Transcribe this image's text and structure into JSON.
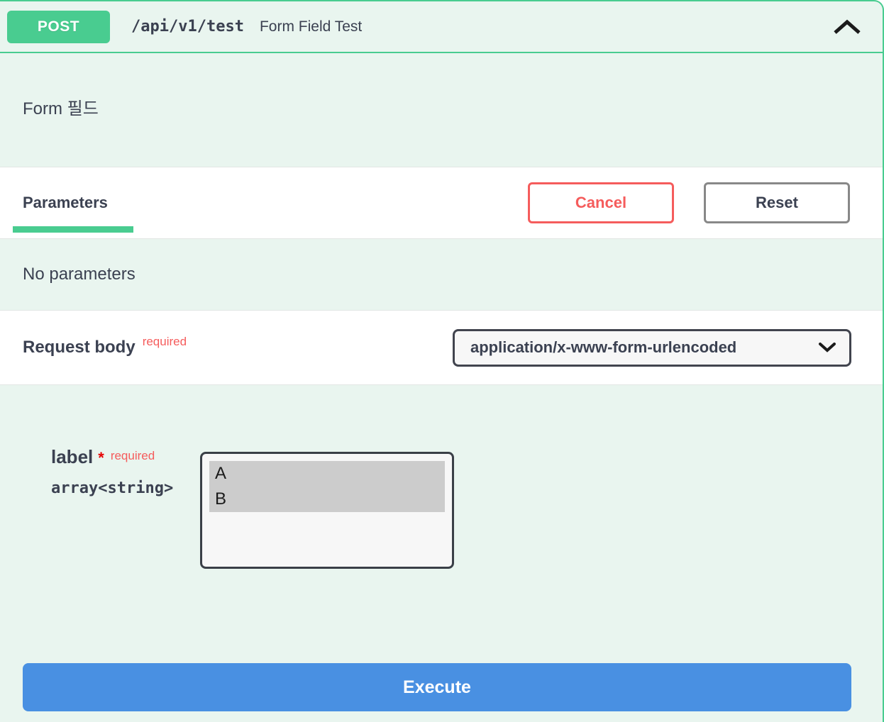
{
  "colors": {
    "method_green": "#49cc90",
    "panel_bg_green": "#e9f5ef",
    "dark_text": "#3b4151",
    "cancel_red": "#f55c5c",
    "required_red": "#f55c5c",
    "asterisk_red": "#e60000",
    "reset_border_gray": "#888888",
    "input_border": "#41444e",
    "input_bg": "#f7f7f7",
    "selected_option_bg": "#cccccc",
    "execute_blue": "#4990e2"
  },
  "icons": {
    "collapse": "chevron-up-icon",
    "select_arrow": "chevron-down-icon"
  },
  "header": {
    "method": "POST",
    "path": "/api/v1/test",
    "summary": "Form Field Test"
  },
  "description": "Form 필드",
  "parameters_section": {
    "tab_label": "Parameters",
    "cancel_label": "Cancel",
    "reset_label": "Reset",
    "empty_message": "No parameters"
  },
  "request_body": {
    "label": "Request body",
    "required_label": "required",
    "content_type_selected": "application/x-www-form-urlencoded"
  },
  "form_fields": [
    {
      "name": "label",
      "required_marker": "*",
      "required_label": "required",
      "type": "array<string>",
      "options": [
        {
          "value": "A",
          "selected": true
        },
        {
          "value": "B",
          "selected": true
        }
      ]
    }
  ],
  "execute_label": "Execute"
}
